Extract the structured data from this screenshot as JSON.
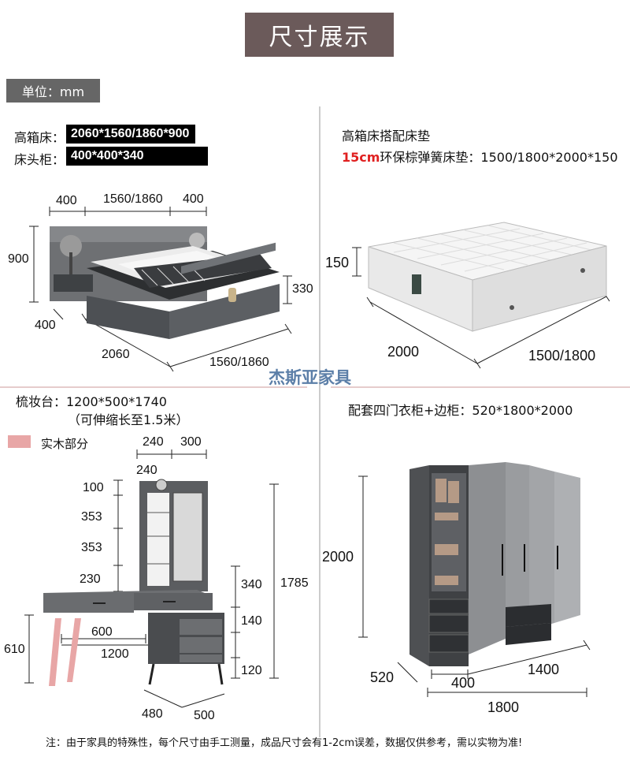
{
  "title": "尺寸展示",
  "unit": "单位：mm",
  "bed": {
    "label1": "高箱床：",
    "size1": "2060*1560/1860*900",
    "label2": "床头柜：",
    "size2": "400*400*340",
    "dims": {
      "top_left": "400",
      "top_mid": "1560/1860",
      "top_right": "400",
      "height": "900",
      "side": "330",
      "nightstand_depth": "400",
      "length": "2060",
      "width": "1560/1860"
    }
  },
  "mattress": {
    "line1": "高箱床搭配床垫",
    "line2_red": "15cm",
    "line2_rest": "环保棕弹簧床垫：1500/1800*2000*150",
    "dims": {
      "thickness": "150",
      "length": "2000",
      "width": "1500/1800"
    }
  },
  "watermark": "杰斯亚家具",
  "dresser": {
    "line1": "梳妆台：1200*500*1740",
    "line2": "（可伸缩长至1.5米）",
    "legend": "实木部分",
    "dims": {
      "top_a": "240",
      "top_b": "300",
      "shelf_w": "240",
      "h1": "100",
      "h2": "353",
      "h3": "353",
      "h4": "230",
      "r1": "340",
      "r2": "140",
      "r3": "120",
      "total": "1785",
      "left_h": "610",
      "inner": "600",
      "full": "1200",
      "depth_a": "480",
      "depth_b": "500"
    }
  },
  "wardrobe": {
    "line1": "配套四门衣柜+边柜：520*1800*2000",
    "dims": {
      "height": "2000",
      "depth": "520",
      "side": "400",
      "main": "1400",
      "total": "1800"
    }
  },
  "footer": "注：由于家具的特殊性，每个尺寸由手工测量，成品尺寸会有1-2cm误差，数据仅供参考，需以实物为准!"
}
